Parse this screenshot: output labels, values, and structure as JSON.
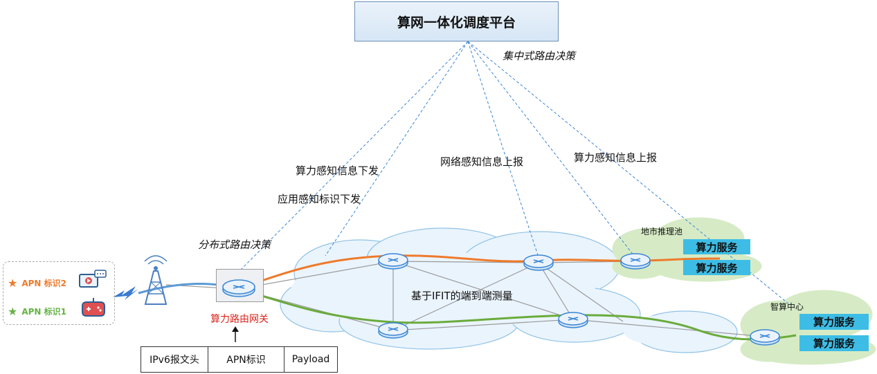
{
  "platform": {
    "title": "算网一体化调度平台"
  },
  "labels": {
    "centralized": "集中式路由决策",
    "distributed": "分布式路由决策",
    "compute_down": "算力感知信息下发",
    "app_down": "应用感知标识下发",
    "network_up": "网络感知信息上报",
    "compute_up": "算力感知信息上报",
    "ifit": "基于IFIT的端到端测量",
    "gateway": "算力路由网关",
    "pool_a": "地市推理池",
    "pool_b": "智算中心"
  },
  "services": {
    "a1": "算力服务",
    "a2": "算力服务",
    "b1": "算力服务",
    "b2": "算力服务"
  },
  "legend": {
    "items": [
      {
        "label": "APN 标识2",
        "color": "#ee7a2b",
        "icon": "video-icon"
      },
      {
        "label": "APN 标识1",
        "color": "#66b245",
        "icon": "gamepad-icon"
      }
    ]
  },
  "packet": {
    "fields": [
      "IPv6报文头",
      "APN标识",
      "Payload"
    ]
  },
  "colors": {
    "orange_path": "#ee7a2b",
    "green_path": "#6aab3b",
    "dash": "#3a86d4",
    "gateway_text": "#d9241c",
    "service_bg": "#3dbde6"
  }
}
